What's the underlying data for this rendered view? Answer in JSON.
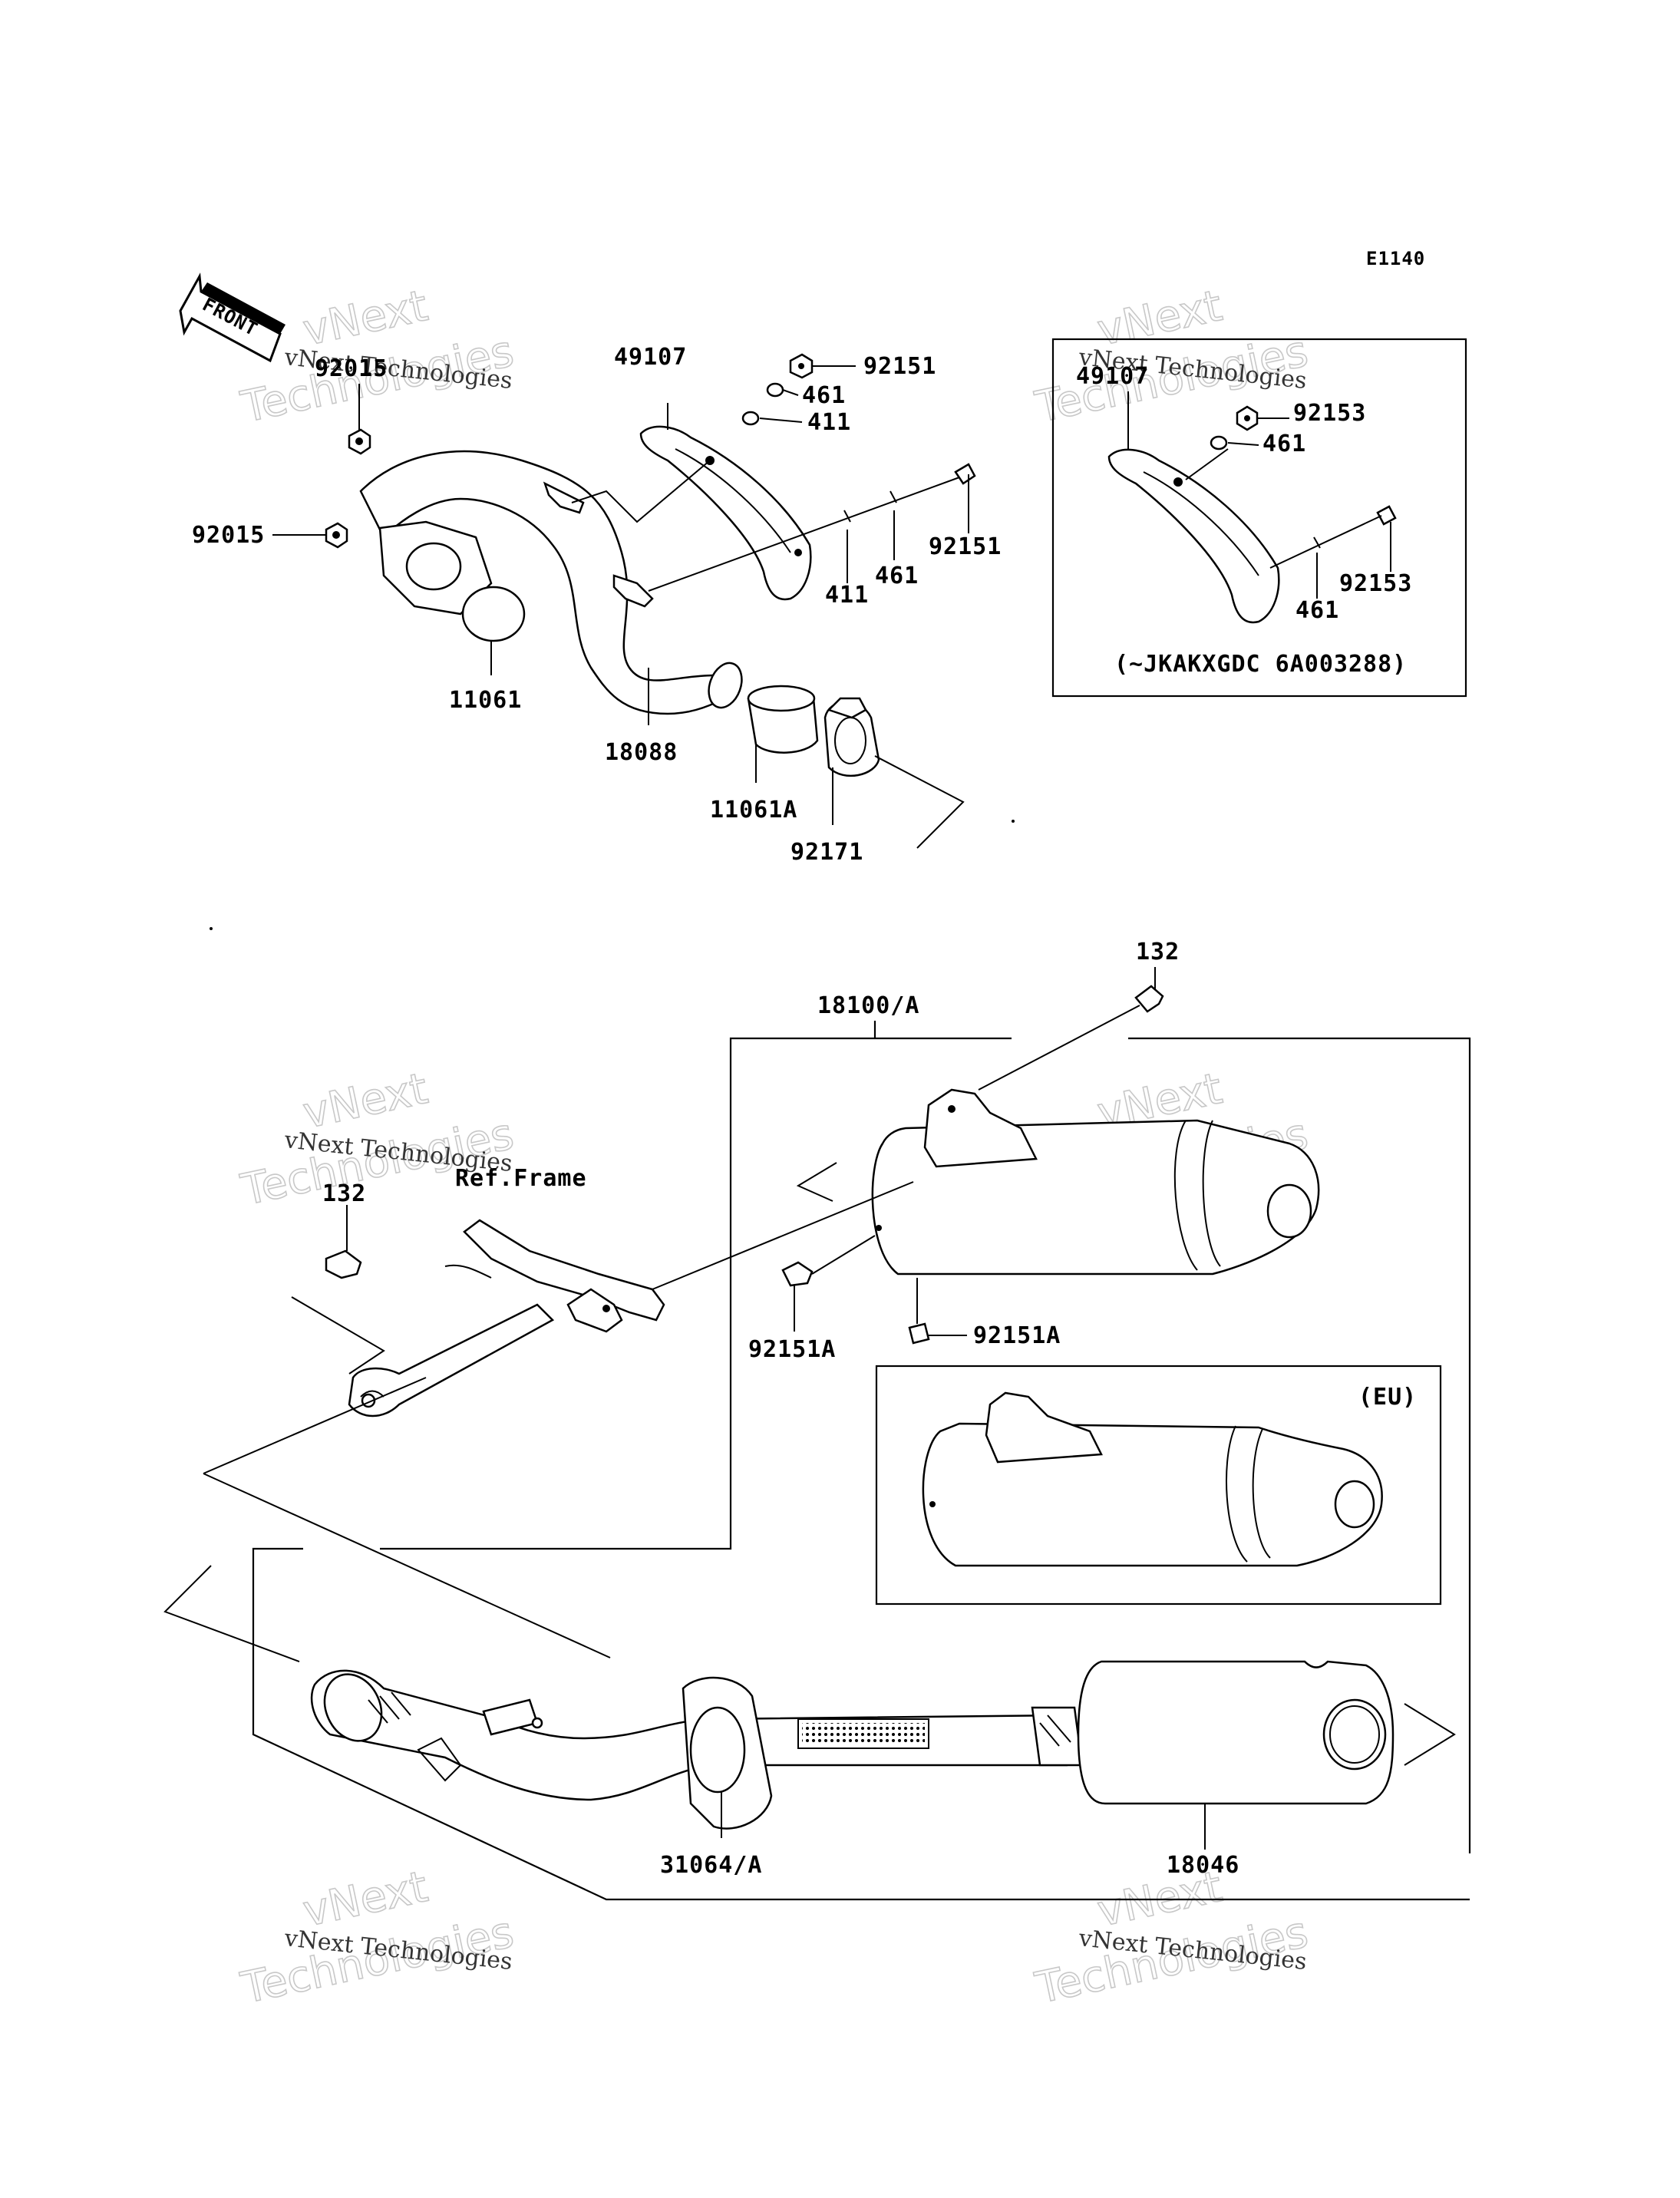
{
  "diagram_code": "E1140",
  "front_arrow_label": "FRONT",
  "watermark": {
    "line1": "vNext",
    "line2": "Technologies",
    "small": "vNext Technologies"
  },
  "labels": {
    "p92015_top": "92015",
    "p92015_left": "92015",
    "p11061": "11061",
    "p18088": "18088",
    "p11061A": "11061A",
    "p92171": "92171",
    "p49107": "49107",
    "p92151_top": "92151",
    "p461_top": "461",
    "p411_top": "411",
    "p411_bottom": "411",
    "p461_mid": "461",
    "p92151_mid": "92151",
    "inset_49107": "49107",
    "inset_92153_top": "92153",
    "inset_461_top": "461",
    "inset_461_bottom": "461",
    "inset_92153_bottom": "92153",
    "inset_note": "(~JKAKXGDC 6A003288)",
    "p132_top": "132",
    "p18100A": "18100/A",
    "p132_left": "132",
    "ref_frame": "Ref.Frame",
    "p92151A_left": "92151A",
    "p92151A_right": "92151A",
    "eu_note": "(EU)",
    "p31064A": "31064/A",
    "p18046": "18046"
  }
}
